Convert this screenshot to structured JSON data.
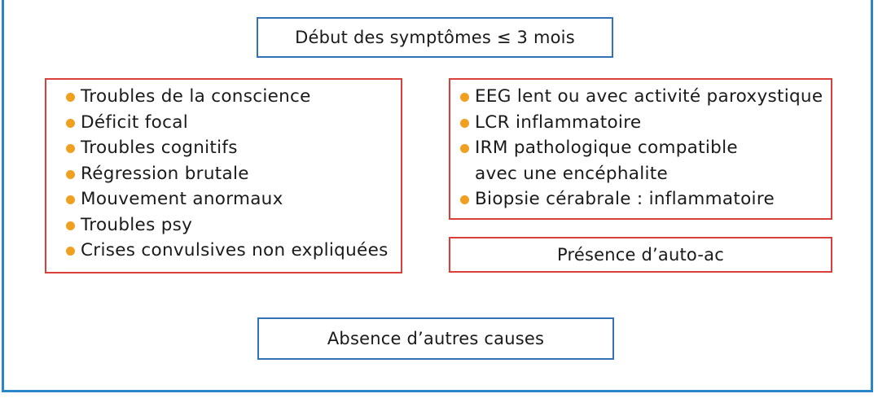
{
  "onset": {
    "label": "Début des symptômes ≤ 3 mois"
  },
  "clinical": {
    "items": [
      "Troubles de la conscience",
      "Déficit focal",
      "Troubles cognitifs",
      "Régression brutale",
      "Mouvement anormaux",
      "Troubles psy",
      "Crises convulsives non expliquées"
    ]
  },
  "paraclinical": {
    "items": [
      "EEG lent ou avec activité paroxystique",
      "LCR inflammatoire",
      "IRM pathologique compatible",
      "avec une encéphalite",
      "Biopsie cérabrale : inflammatoire"
    ]
  },
  "antibodies": {
    "label": "Présence d’auto-ac"
  },
  "exclusion": {
    "label": "Absence d’autres causes"
  },
  "colors": {
    "frame": "#2a86c8",
    "blue_box": "#3273b5",
    "red_box": "#d9403a",
    "bullet": "#f0a020"
  }
}
